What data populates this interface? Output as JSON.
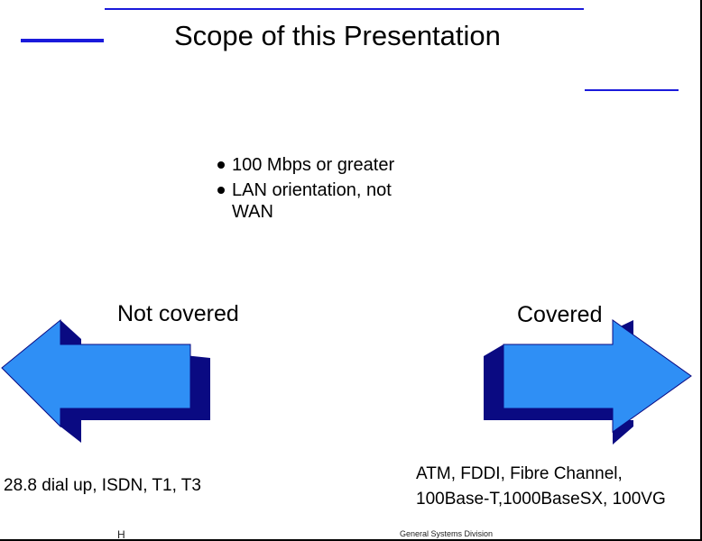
{
  "slide": {
    "title": "Scope of this Presentation",
    "bullets": [
      {
        "text": "100 Mbps or greater"
      },
      {
        "text": "LAN orientation, not WAN"
      }
    ],
    "left_label": "Not covered",
    "right_label": "Covered",
    "left_caption": "28.8 dial up, ISDN, T1, T3",
    "right_caption_line1": "ATM, FDDI, Fibre Channel,",
    "right_caption_line2": "100Base-T,1000BaseSX, 100VG",
    "footer_mark": "H",
    "footer_text": "General Systems Division"
  },
  "colors": {
    "accent_blue": "#1a1adb",
    "arrow_face": "#2f8ff5",
    "arrow_shadow": "#0a0a82"
  }
}
